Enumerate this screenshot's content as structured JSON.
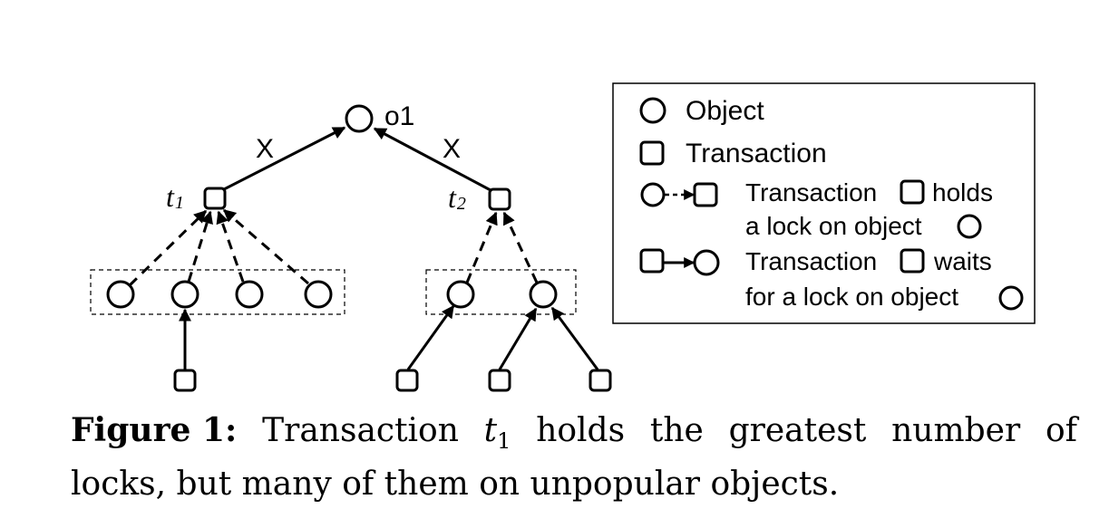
{
  "diagram": {
    "nodes": {
      "root_object": {
        "label": "o1"
      },
      "t1": {
        "label_base": "t",
        "label_sub": "1"
      },
      "t2": {
        "label_base": "t",
        "label_sub": "2"
      }
    },
    "edge_labels": {
      "t1_to_root": "X",
      "t2_to_root": "X"
    }
  },
  "legend": {
    "object": "Object",
    "transaction": "Transaction",
    "holds_line1_a": "Transaction",
    "holds_line1_b": "holds",
    "holds_line2": "a lock on object",
    "waits_line1_a": "Transaction",
    "waits_line1_b": "waits",
    "waits_line2": "for a lock on object"
  },
  "caption": {
    "label": "Figure 1:",
    "words1": [
      "Transaction",
      "holds",
      "the",
      "greatest",
      "number",
      "of"
    ],
    "math_base": "t",
    "math_sub": "1",
    "line2": "locks, but many of them on unpopular objects."
  }
}
